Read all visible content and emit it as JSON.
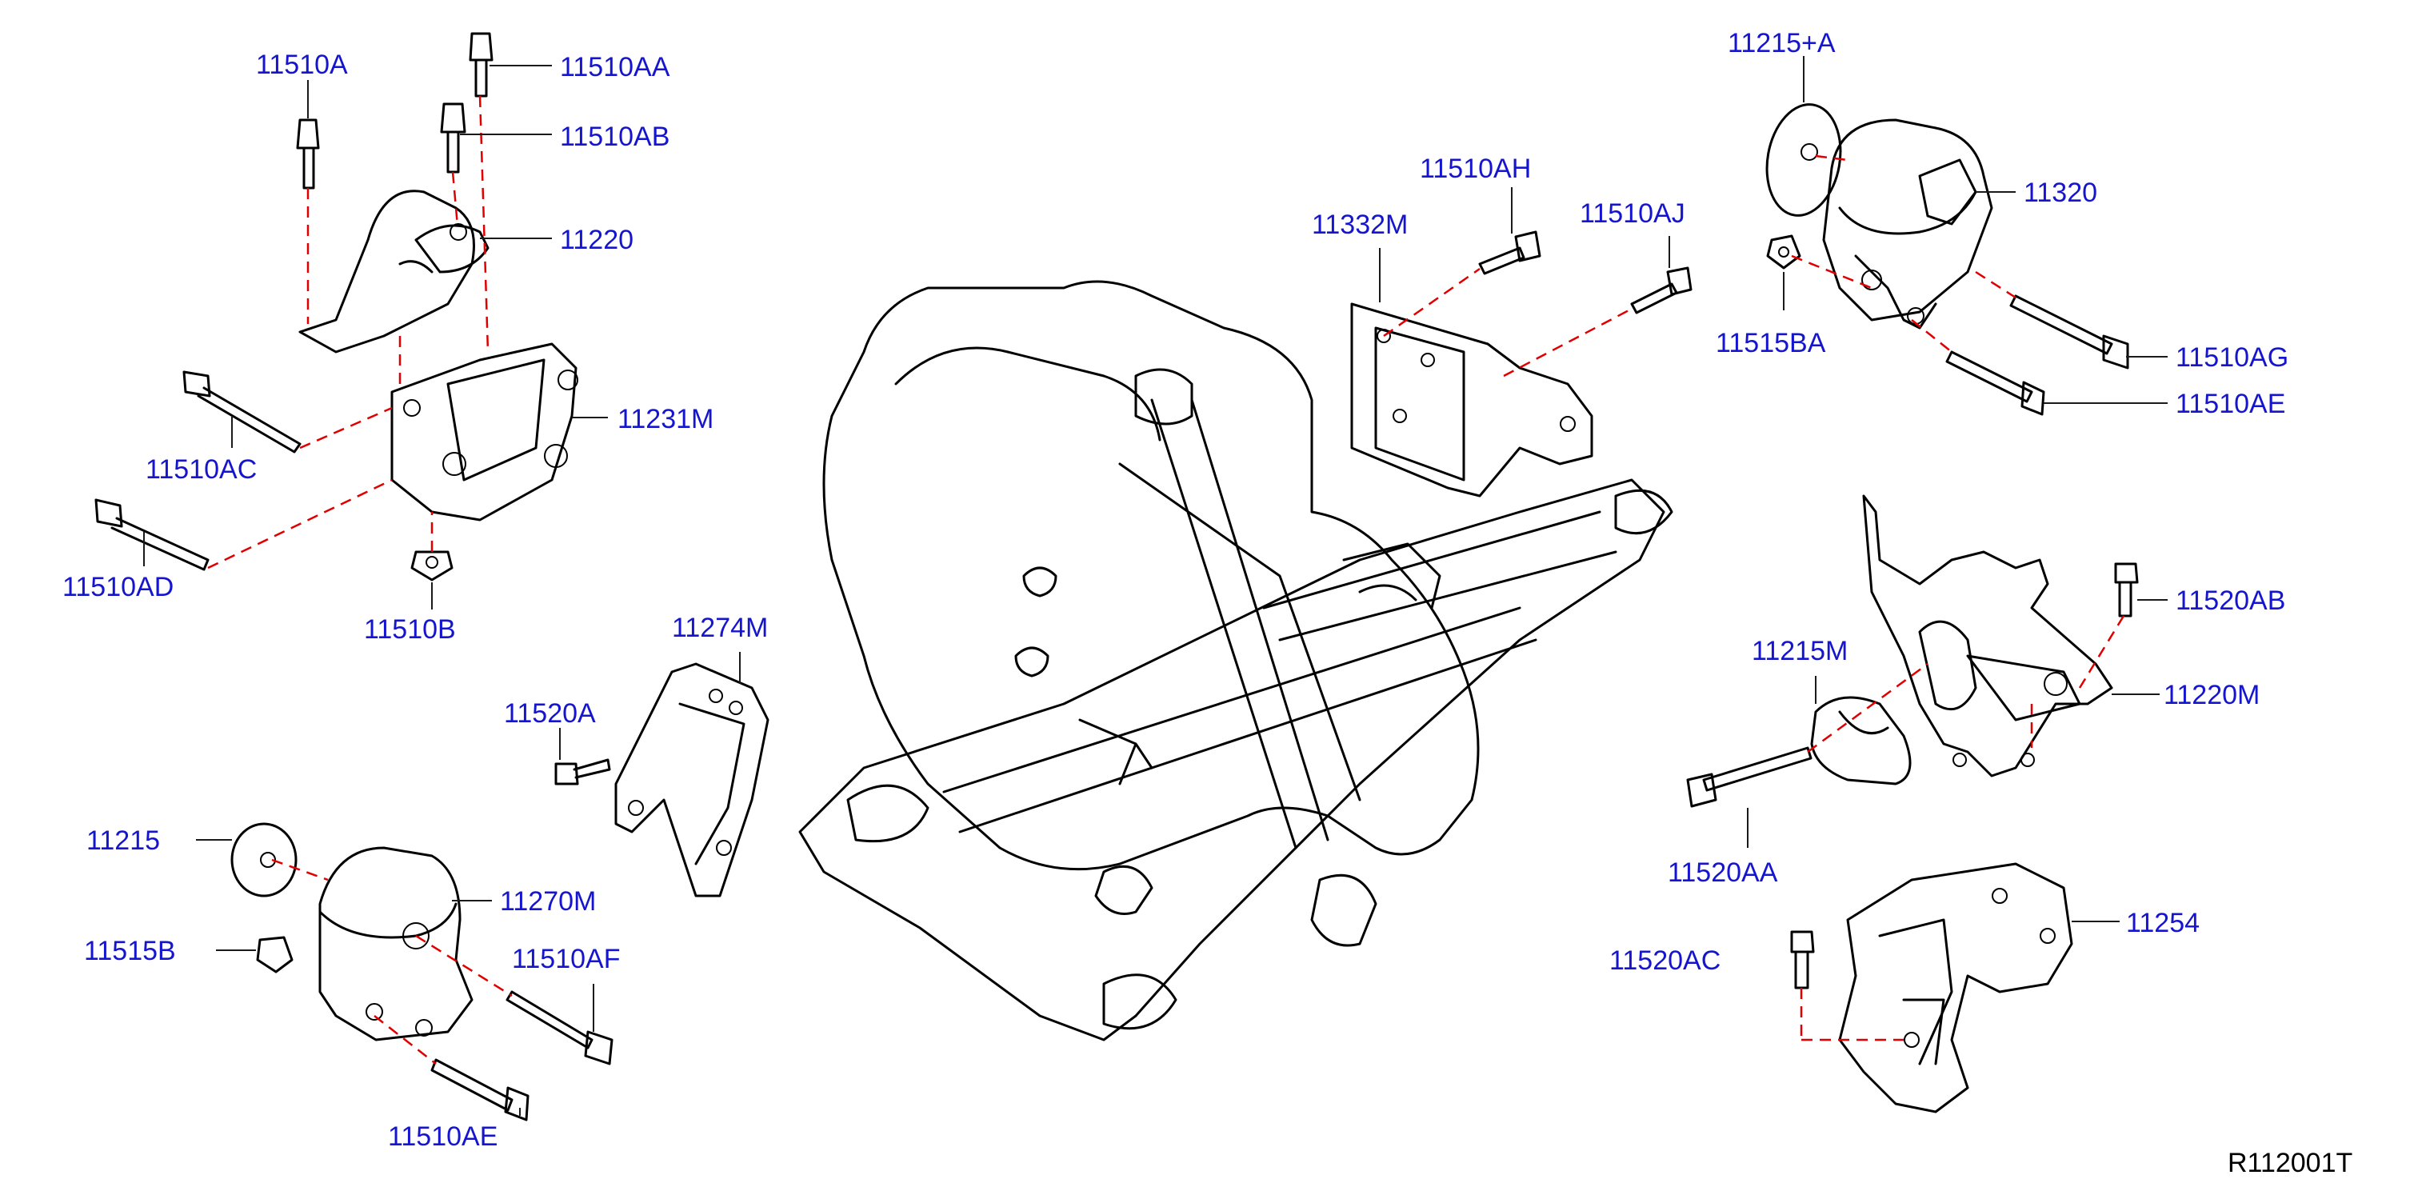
{
  "diagram": {
    "reference_code": "R112001T",
    "colors": {
      "callout_text": "#1515d0",
      "dashed_line": "#e00000",
      "line_art": "#000000",
      "background": "#ffffff"
    },
    "callouts": [
      "11510A",
      "11510AA",
      "11510AB",
      "11220",
      "11231M",
      "11510AC",
      "11510AD",
      "11510B",
      "11274M",
      "11520A",
      "11215",
      "11270M",
      "11515B",
      "11510AF",
      "11510AE",
      "11332M",
      "11510AH",
      "11510AJ",
      "11215+A",
      "11320",
      "11515BA",
      "11510AG",
      "11510AE",
      "11215M",
      "11520AB",
      "11220M",
      "11520AA",
      "11520AC",
      "11254"
    ]
  }
}
